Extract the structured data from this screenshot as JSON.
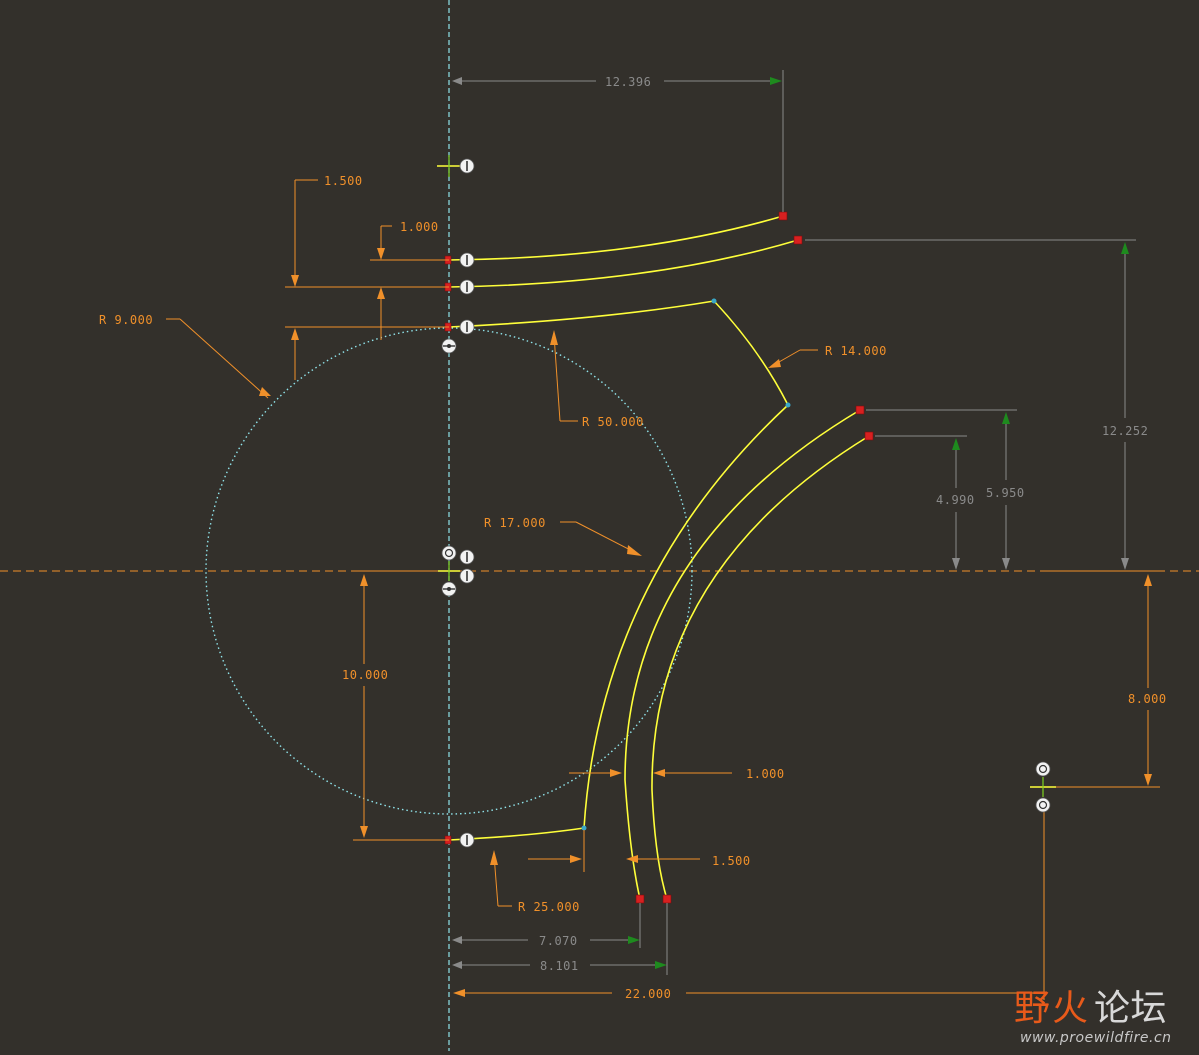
{
  "sketch": {
    "dimensions": {
      "top_width": "12.396",
      "offset_1500_top": "1.500",
      "offset_1000_top": "1.000",
      "radius_9": "R 9.000",
      "radius_14": "R 14.000",
      "radius_50": "R 50.000",
      "radius_17": "R 17.000",
      "radius_25": "R 25.000",
      "height_12252": "12.252",
      "height_4990": "4.990",
      "height_5950": "5.950",
      "height_10": "10.000",
      "height_8": "8.000",
      "thickness_1000": "1.000",
      "thickness_1500": "1.500",
      "width_7070": "7.070",
      "width_8101": "8.101",
      "width_22": "22.000"
    },
    "colors": {
      "background": "#33302b",
      "geometry": "#ffff3a",
      "dimension_strong": "#f0902a",
      "dimension_weak": "#8a8a8a",
      "centerline": "#8fe3ea",
      "endpoint": "#d82020"
    },
    "constraint_icons": [
      "vertical-constraint-icon",
      "tangent-constraint-icon",
      "coincident-constraint-icon"
    ]
  },
  "watermark": {
    "cn_part1": "野",
    "cn_part2": "火",
    "cn_part3": "论坛",
    "url": "www.proewildfire.cn"
  }
}
